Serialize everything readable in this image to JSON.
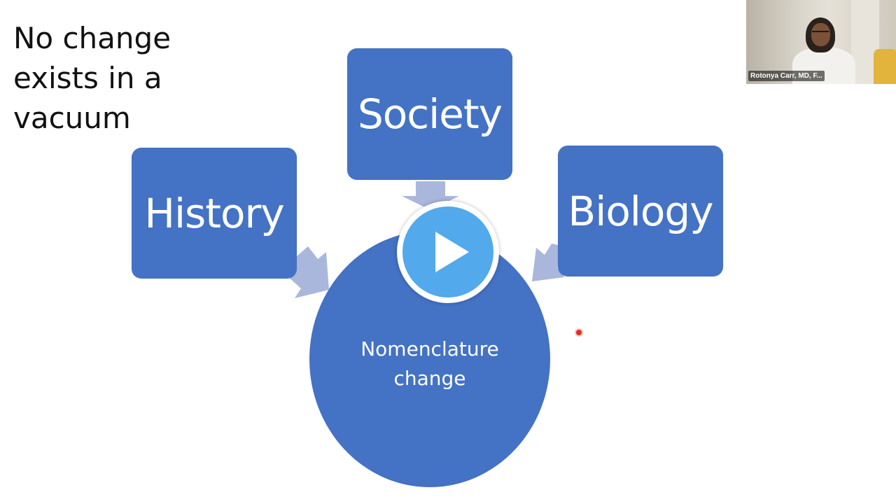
{
  "slide": {
    "title_lines": [
      "No change",
      "exists in a",
      "vacuum"
    ],
    "boxes": {
      "society": "Society",
      "history": "History",
      "biology": "Biology"
    },
    "center": {
      "line1": "Nomenclature",
      "line2": "change"
    },
    "colors": {
      "shape_fill": "#4472c4",
      "arrow_fill": "#a9b7dc",
      "title_text": "#111111",
      "pointer": "#e0301e"
    }
  },
  "player": {
    "play_icon": "play-icon",
    "play_color": "#52a9ec"
  },
  "video_tile": {
    "participant_name": "Rotonya Carr, MD, F..."
  }
}
